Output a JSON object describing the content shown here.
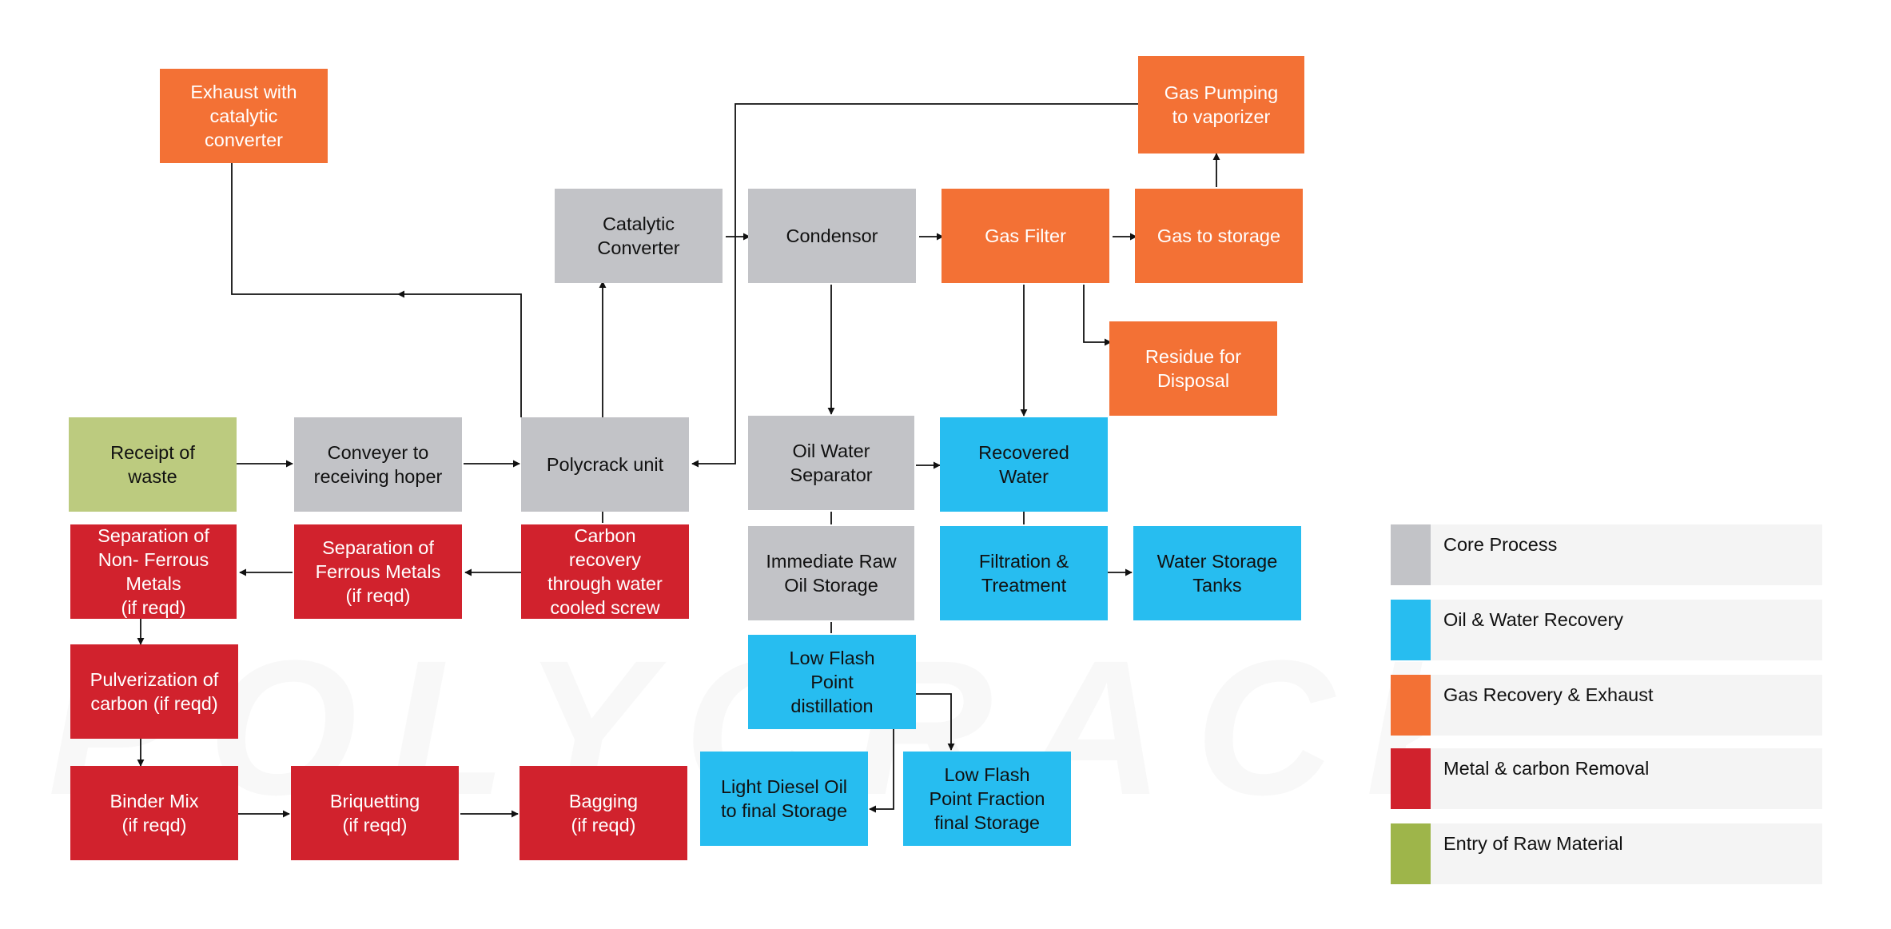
{
  "watermark": "POLYCRACK",
  "nodes": {
    "exhaust": "Exhaust with\ncatalytic\nconverter",
    "gas_pumping": "Gas Pumping\nto vaporizer",
    "catalytic_converter": "Catalytic\nConverter",
    "condensor": "Condensor",
    "gas_filter": "Gas Filter",
    "gas_storage": "Gas to storage",
    "residue": "Residue for\nDisposal",
    "receipt": "Receipt of\nwaste",
    "conveyer": "Conveyer to\nreceiving hoper",
    "polycrack": "Polycrack unit",
    "oil_water_sep": "Oil  Water\nSeparator",
    "recovered_water": "Recovered\nWater",
    "sep_nonferrous": "Separation of\nNon- Ferrous\nMetals\n(if reqd)",
    "sep_ferrous": "Separation of\nFerrous Metals\n(if reqd)",
    "carbon_recovery": "Carbon\nrecovery\nthrough  water\ncooled screw",
    "immediate_raw": "Immediate Raw\nOil Storage",
    "filtration": "Filtration &\nTreatment",
    "water_tanks": "Water Storage\nTanks",
    "pulverization": "Pulverization of\ncarbon (if reqd)",
    "low_flash": "Low Flash\nPoint\ndistillation",
    "binder_mix": "Binder Mix\n(if reqd)",
    "briquetting": "Briquetting\n(if reqd)",
    "bagging": "Bagging\n(if reqd)",
    "light_diesel": "Light Diesel Oil\nto final Storage",
    "low_flash_fraction": "Low Flash\nPoint  Fraction\nfinal  Storage"
  },
  "legend": [
    {
      "label": "Core Process",
      "color": "#c2c3c7"
    },
    {
      "label": "Oil & Water Recovery",
      "color": "#27bdf0"
    },
    {
      "label": "Gas Recovery & Exhaust",
      "color": "#f37135"
    },
    {
      "label": "Metal & carbon Removal",
      "color": "#d1222d"
    },
    {
      "label": "Entry of Raw Material",
      "color": "#9eb54a"
    }
  ],
  "colors": {
    "core": "#c2c3c7",
    "water": "#27bdf0",
    "gas": "#f37135",
    "metal": "#d1222d",
    "entry": "#bccb7f",
    "connector": "#111111"
  }
}
